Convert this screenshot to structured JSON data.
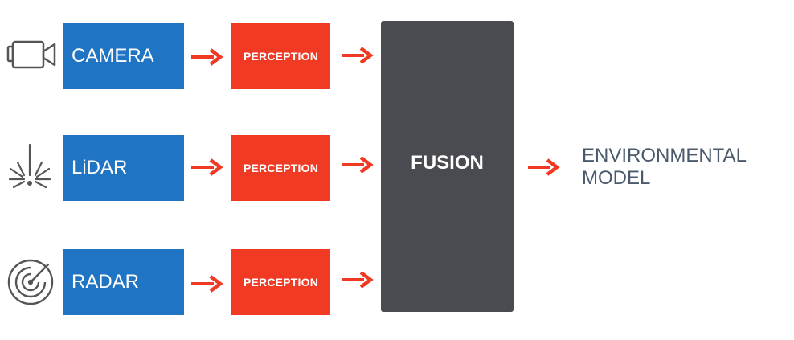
{
  "diagram": {
    "rows": [
      {
        "icon": "video-camera-icon",
        "sensor_label": "CAMERA",
        "perception_label": "PERCEPTION"
      },
      {
        "icon": "lidar-burst-icon",
        "sensor_label": "LiDAR",
        "perception_label": "PERCEPTION"
      },
      {
        "icon": "radar-icon",
        "sensor_label": "RADAR",
        "perception_label": "PERCEPTION"
      }
    ],
    "fusion_label": "FUSION",
    "output_label_line1": "ENVIRONMENTAL",
    "output_label_line2": "MODEL"
  },
  "colors": {
    "sensor_blue": "#1f74c4",
    "perception_red": "#f03a23",
    "fusion_gray": "#4a4a51",
    "arrow_red": "#f03a23",
    "output_text": "#4a5a6c",
    "icon_gray": "#555555"
  }
}
